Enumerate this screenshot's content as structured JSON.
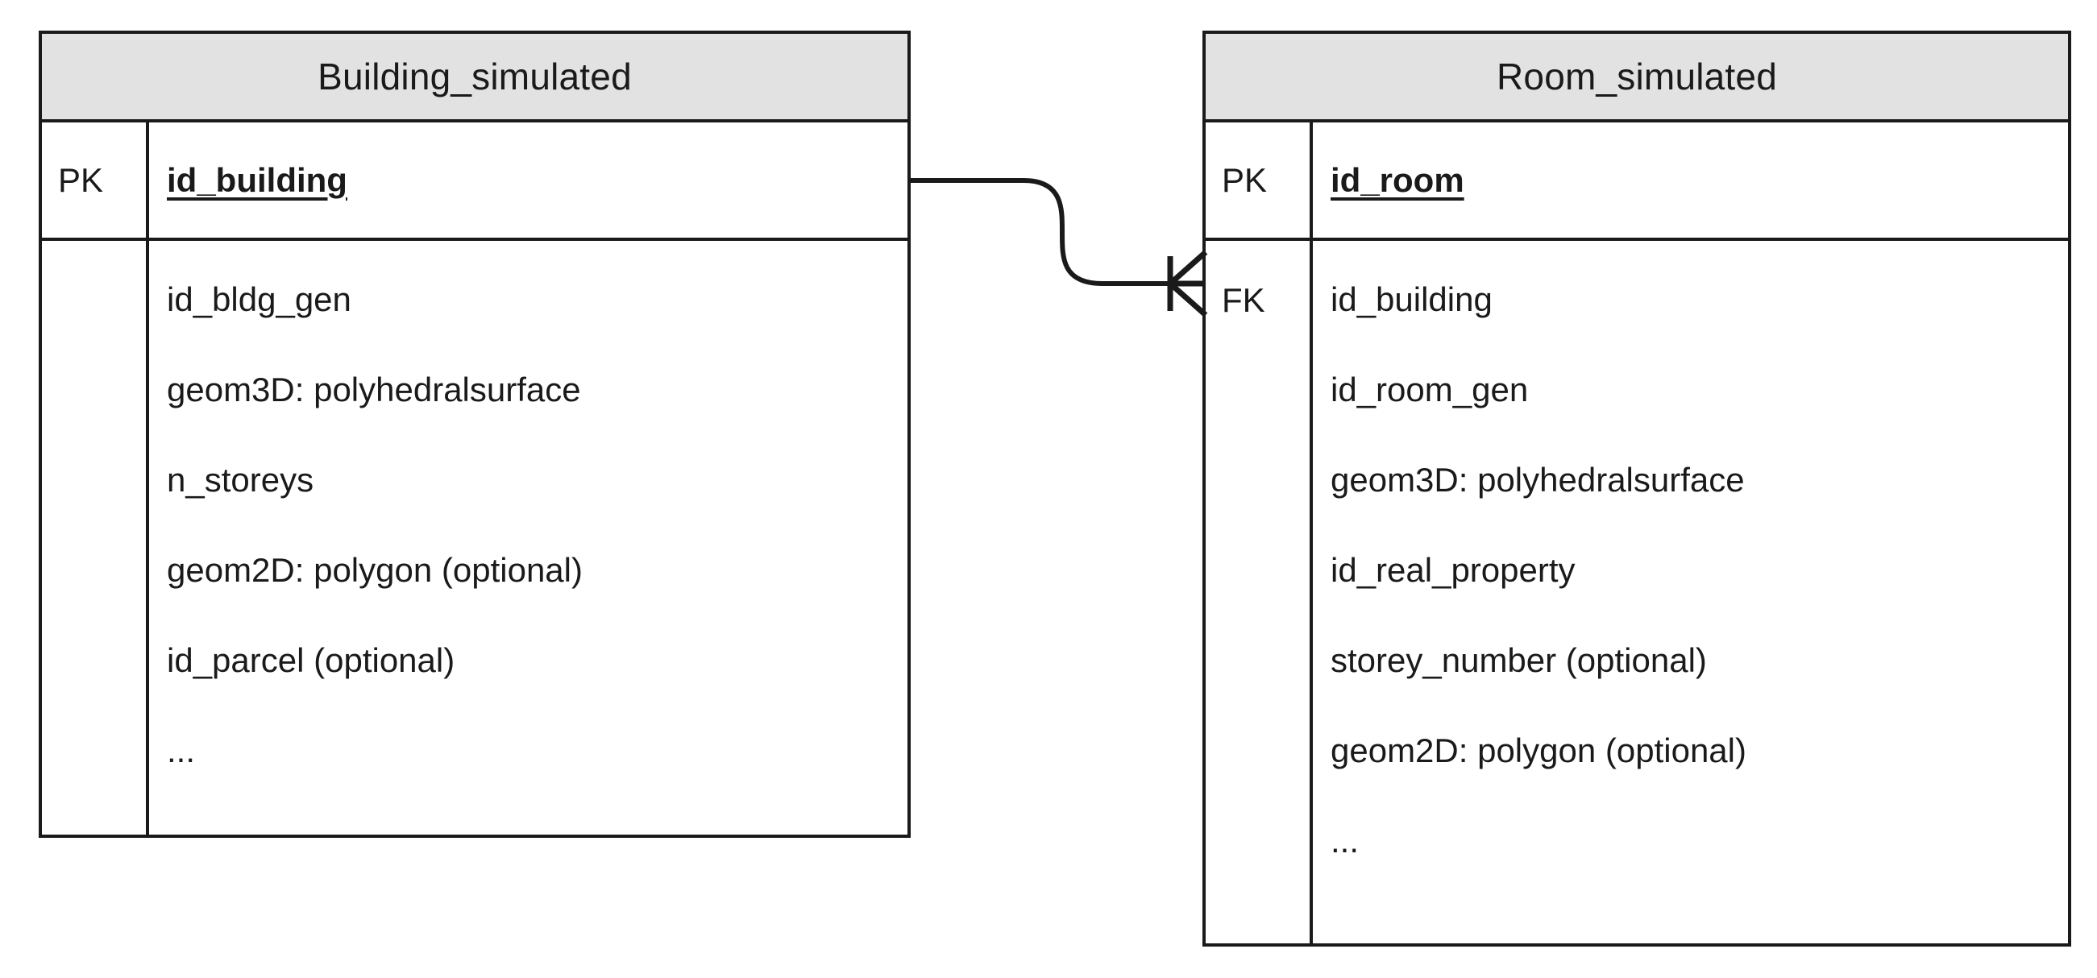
{
  "diagram": {
    "type": "entity-relationship-diagram",
    "notation": "crow's-foot",
    "background_color": "#ffffff",
    "line_color": "#1a1a1a",
    "header_fill": "#e2e2e2"
  },
  "entities": [
    {
      "id": "building_simulated",
      "title": "Building_simulated",
      "key_column_label_pk": "PK",
      "primary_key": {
        "key": "PK",
        "name": "id_building"
      },
      "attributes": [
        "id_bldg_gen",
        "geom3D: polyhedralsurface",
        "n_storeys",
        "geom2D: polygon (optional)",
        "id_parcel (optional)",
        "..."
      ]
    },
    {
      "id": "room_simulated",
      "title": "Room_simulated",
      "key_column_label_pk": "PK",
      "key_column_label_fk": "FK",
      "primary_key": {
        "key": "PK",
        "name": "id_room"
      },
      "foreign_key": {
        "key": "FK",
        "name": "id_building"
      },
      "attributes": [
        "id_room_gen",
        "geom3D: polyhedralsurface",
        "id_real_property",
        "storey_number (optional)",
        "geom2D: polygon (optional)",
        "..."
      ]
    }
  ],
  "relationship": {
    "from_entity": "Building_simulated",
    "from_attribute": "id_building",
    "to_entity": "Room_simulated",
    "to_attribute": "id_building",
    "source_cardinality": "one",
    "target_cardinality": "many",
    "target_marker": "crows-foot"
  }
}
